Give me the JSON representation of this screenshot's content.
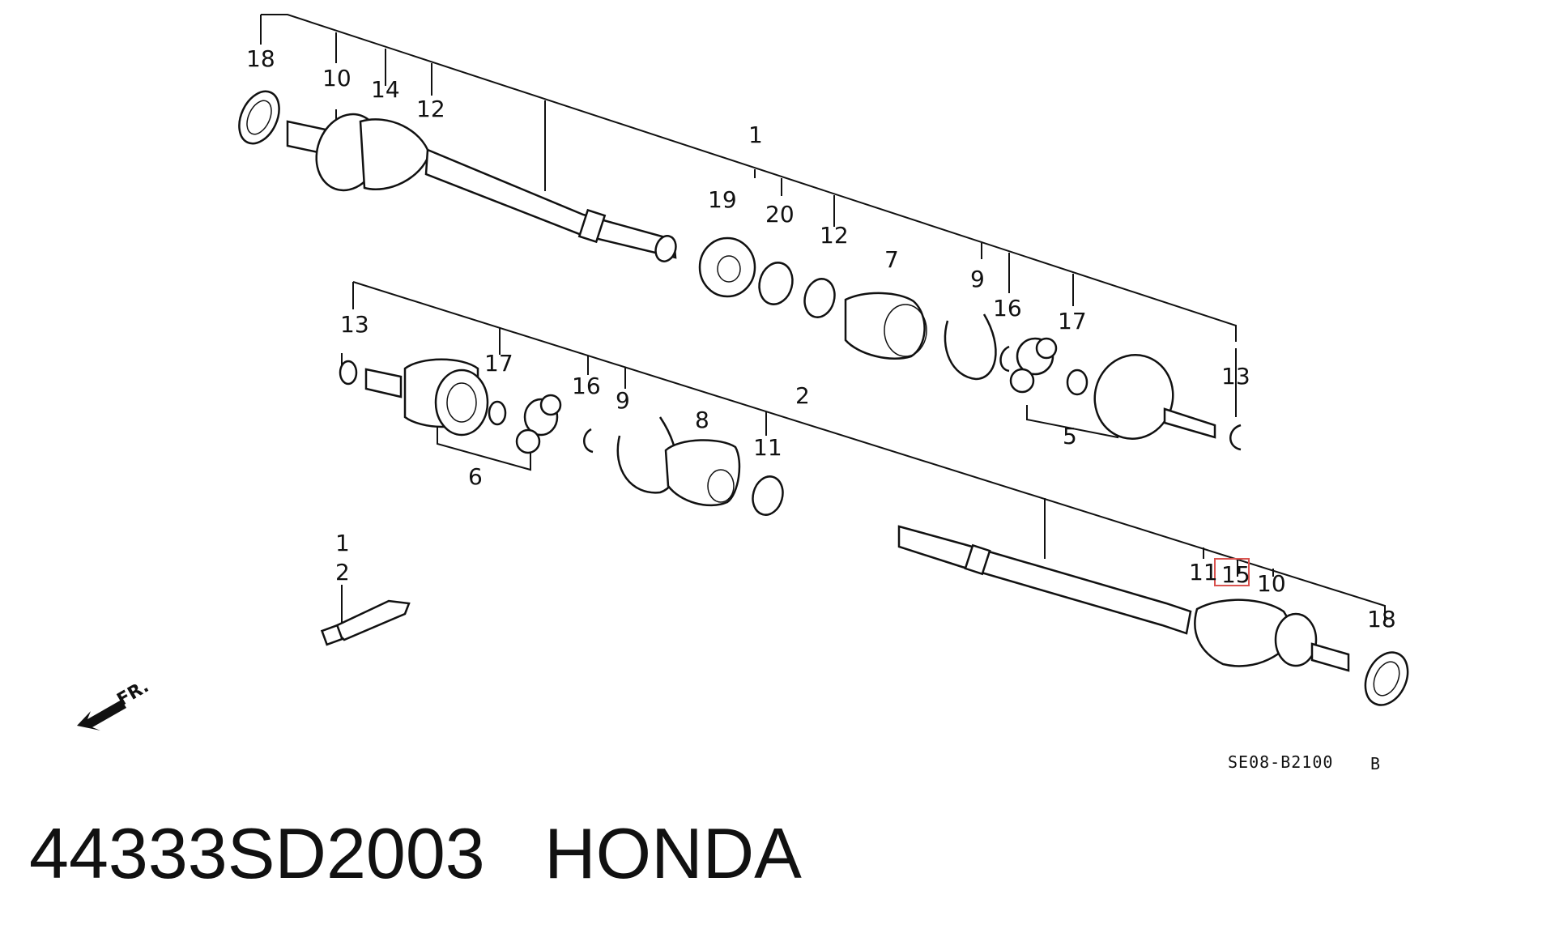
{
  "diagram": {
    "callouts": {
      "c18_top": "18",
      "c10_top": "10",
      "c14": "14",
      "c12_top": "12",
      "c1_main": "1",
      "c19": "19",
      "c20": "20",
      "c12_mid": "12",
      "c7": "7",
      "c9_right": "9",
      "c16_right": "16",
      "c17_right": "17",
      "c13_right": "13",
      "c5": "5",
      "c13_left": "13",
      "c17_left": "17",
      "c16_left": "16",
      "c9_left": "9",
      "c8": "8",
      "c11_mid": "11",
      "c2_main": "2",
      "c6": "6",
      "c1_grease": "1",
      "c2_grease": "2",
      "c11_bottom": "11",
      "c15": "15",
      "c10_bottom": "10",
      "c18_bottom": "18"
    },
    "front_label": "FR.",
    "diagram_code": "SE08-B2100",
    "diagram_suffix": "B",
    "highlight_color": "#d9534f"
  },
  "caption": {
    "part_number": "44333SD2003",
    "brand": "HONDA"
  }
}
